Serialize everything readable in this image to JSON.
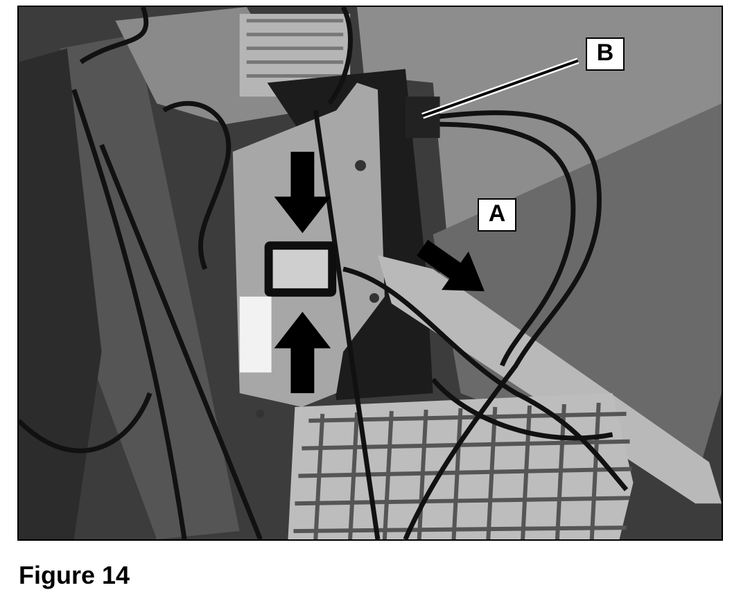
{
  "figure": {
    "caption": "Figure 14",
    "callouts": {
      "a": "A",
      "b": "B"
    },
    "label_text": "",
    "colors": {
      "background": "#ffffff",
      "photo_dark": "#3a3a3a",
      "arrow": "#000000",
      "callout_bg": "#ffffff"
    }
  }
}
